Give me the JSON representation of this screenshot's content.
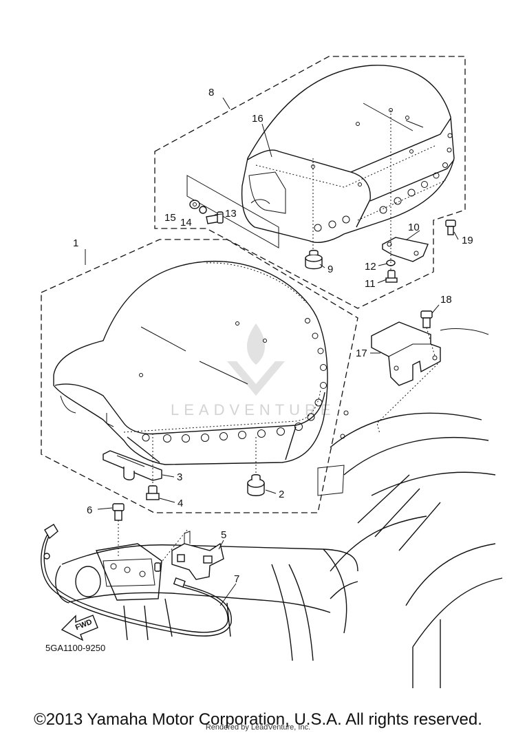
{
  "diagram": {
    "callouts": [
      {
        "id": "c1",
        "label": "1"
      },
      {
        "id": "c2",
        "label": "2"
      },
      {
        "id": "c3",
        "label": "3"
      },
      {
        "id": "c4",
        "label": "4"
      },
      {
        "id": "c5",
        "label": "5"
      },
      {
        "id": "c6",
        "label": "6"
      },
      {
        "id": "c7",
        "label": "7"
      },
      {
        "id": "c8",
        "label": "8"
      },
      {
        "id": "c9",
        "label": "9"
      },
      {
        "id": "c10",
        "label": "10"
      },
      {
        "id": "c11",
        "label": "11"
      },
      {
        "id": "c12",
        "label": "12"
      },
      {
        "id": "c13",
        "label": "13"
      },
      {
        "id": "c14",
        "label": "14"
      },
      {
        "id": "c15",
        "label": "15"
      },
      {
        "id": "c16",
        "label": "16"
      },
      {
        "id": "c17",
        "label": "17"
      },
      {
        "id": "c18",
        "label": "18"
      },
      {
        "id": "c19",
        "label": "19"
      }
    ],
    "reference_code": "5GA1100-9250",
    "direction_label": "FWD",
    "watermark_text": "LEADVENTURE"
  },
  "footer": {
    "copyright": "©2013 Yamaha Motor Corporation, U.S.A. All rights reserved.",
    "rendered_by": "Rendered by LeadVenture, Inc."
  },
  "colors": {
    "ink": "#111111",
    "background": "#ffffff",
    "watermark": "#d4d4d4"
  }
}
